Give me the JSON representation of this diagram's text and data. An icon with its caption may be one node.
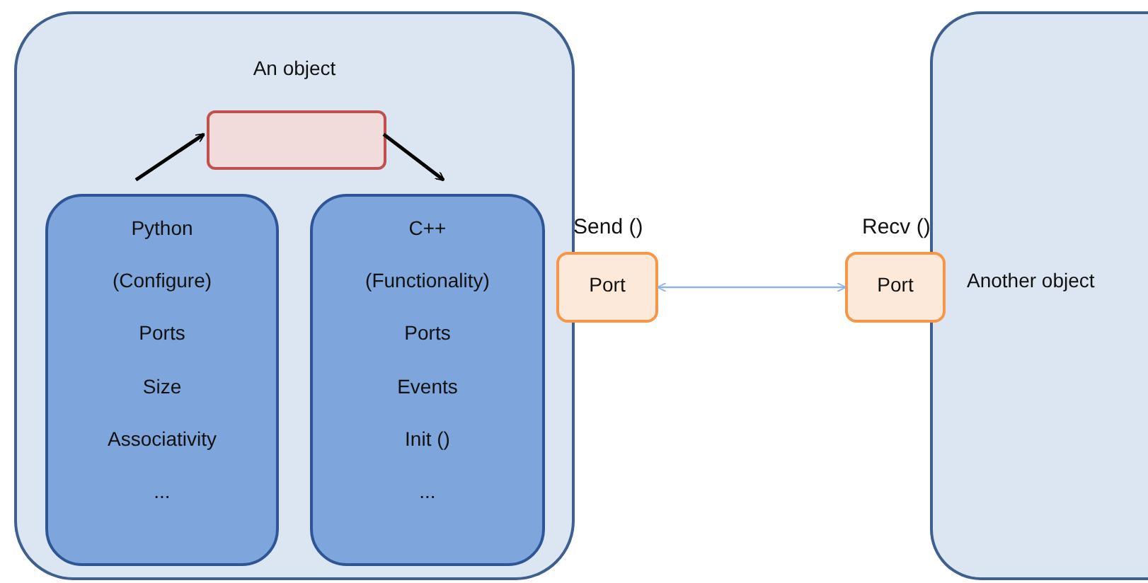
{
  "diagram": {
    "nodes": [
      {
        "text": [
          "An object"
        ]
      },
      {
        "text": [],
        "shape": "box",
        "in": 0
      },
      {
        "text": [
          "Python",
          "(Configure)",
          "Ports",
          "Size",
          "Associativity",
          "..."
        ],
        "in": 0
      },
      {
        "text": [
          "C++",
          "(Functionality)",
          "Ports",
          "Events",
          "Init ()",
          "..."
        ],
        "in": 0
      },
      {
        "text": [
          "Port"
        ],
        "beside": [
          "Send ()"
        ]
      },
      {
        "text": [
          "Port"
        ],
        "beside": [
          "Recv ()"
        ]
      },
      {
        "text": [
          "Another object"
        ]
      }
    ],
    "edges": [
      {
        "from": 2,
        "to": 1,
        "arrow": "to"
      },
      {
        "from": 1,
        "to": 3,
        "arrow": "to"
      },
      {
        "from": 4,
        "to": 5,
        "arrow": "both",
        "color": "#8eb4e3"
      }
    ]
  }
}
